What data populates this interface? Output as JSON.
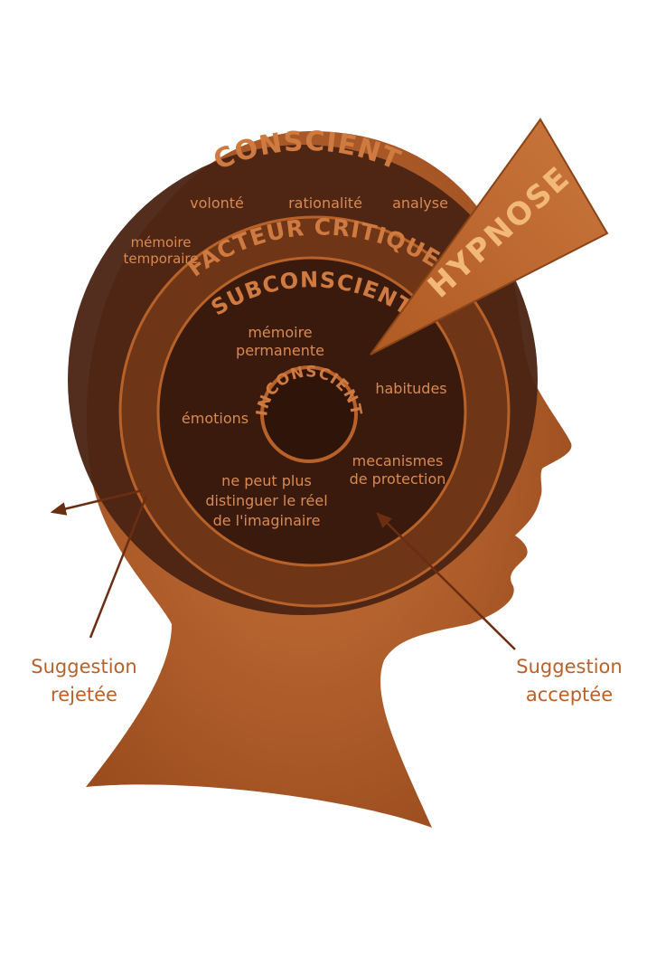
{
  "layers": {
    "conscient": {
      "title": "CONSCIENT",
      "items": [
        "volonté",
        "rationalité",
        "analyse",
        "mémoire",
        "temporaire"
      ]
    },
    "facteur_critique": {
      "title": "FACTEUR CRITIQUE"
    },
    "subconscient": {
      "title": "SUBCONSCIENT",
      "items": [
        "mémoire",
        "permanente",
        "habitudes",
        "émotions",
        "mecanismes",
        "de protection",
        "ne peut plus",
        "distinguer le réel",
        "de l'imaginaire"
      ]
    },
    "inconscient": {
      "title": "INCONSCIENT"
    }
  },
  "hypnose": {
    "label": "HYPNOSE"
  },
  "suggestions": {
    "rejected": [
      "Suggestion",
      "rejetée"
    ],
    "accepted": [
      "Suggestion",
      "acceptée"
    ]
  },
  "colors": {
    "head": "#b8622a",
    "outer_ring": "#4a2313",
    "critical_band": "#6e3516",
    "inner_core": "#3a1a0c",
    "label": "#d98a52",
    "hypnose_text": "#f2b878"
  }
}
